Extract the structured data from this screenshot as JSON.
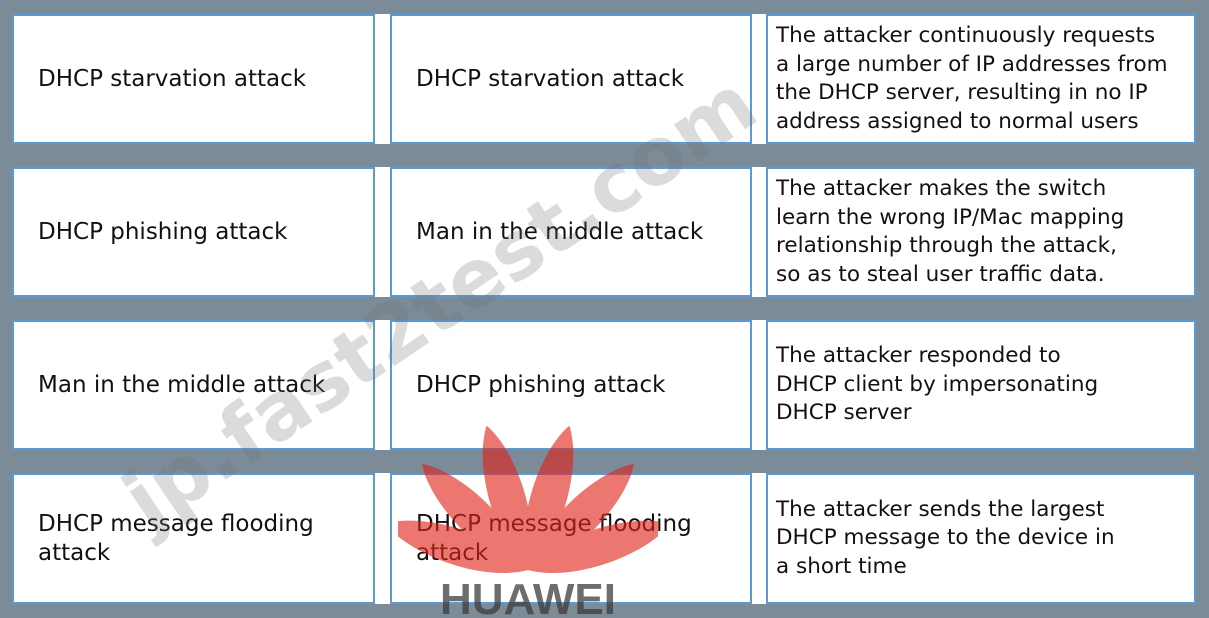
{
  "rows": [
    {
      "col1": "DHCP starvation attack",
      "col2": "DHCP starvation attack",
      "col3_lines": [
        "The attacker continuously requests",
        "a large number of IP addresses from",
        "the DHCP server, resulting in no IP",
        "address assigned to normal users"
      ]
    },
    {
      "col1": "DHCP phishing attack",
      "col2": "Man in the middle attack",
      "col3_lines": [
        "The attacker makes the switch",
        "learn the wrong IP/Mac mapping",
        "relationship through the attack,",
        "so as to steal user traffic data."
      ]
    },
    {
      "col1": "Man in the middle attack",
      "col2": "DHCP phishing attack",
      "col3_lines": [
        "The attacker responded to",
        "DHCP client by impersonating",
        "DHCP server"
      ]
    },
    {
      "col1_lines": [
        "DHCP message flooding",
        "attack"
      ],
      "col2_lines": [
        "DHCP message flooding",
        "attack"
      ],
      "col3_lines": [
        "The attacker sends the largest",
        "DHCP message to the device in",
        "a short time"
      ]
    }
  ],
  "watermark": {
    "text": "jp.fast2test.com",
    "logo_text": "HUAWEI",
    "logo_color": "#e2231a"
  }
}
